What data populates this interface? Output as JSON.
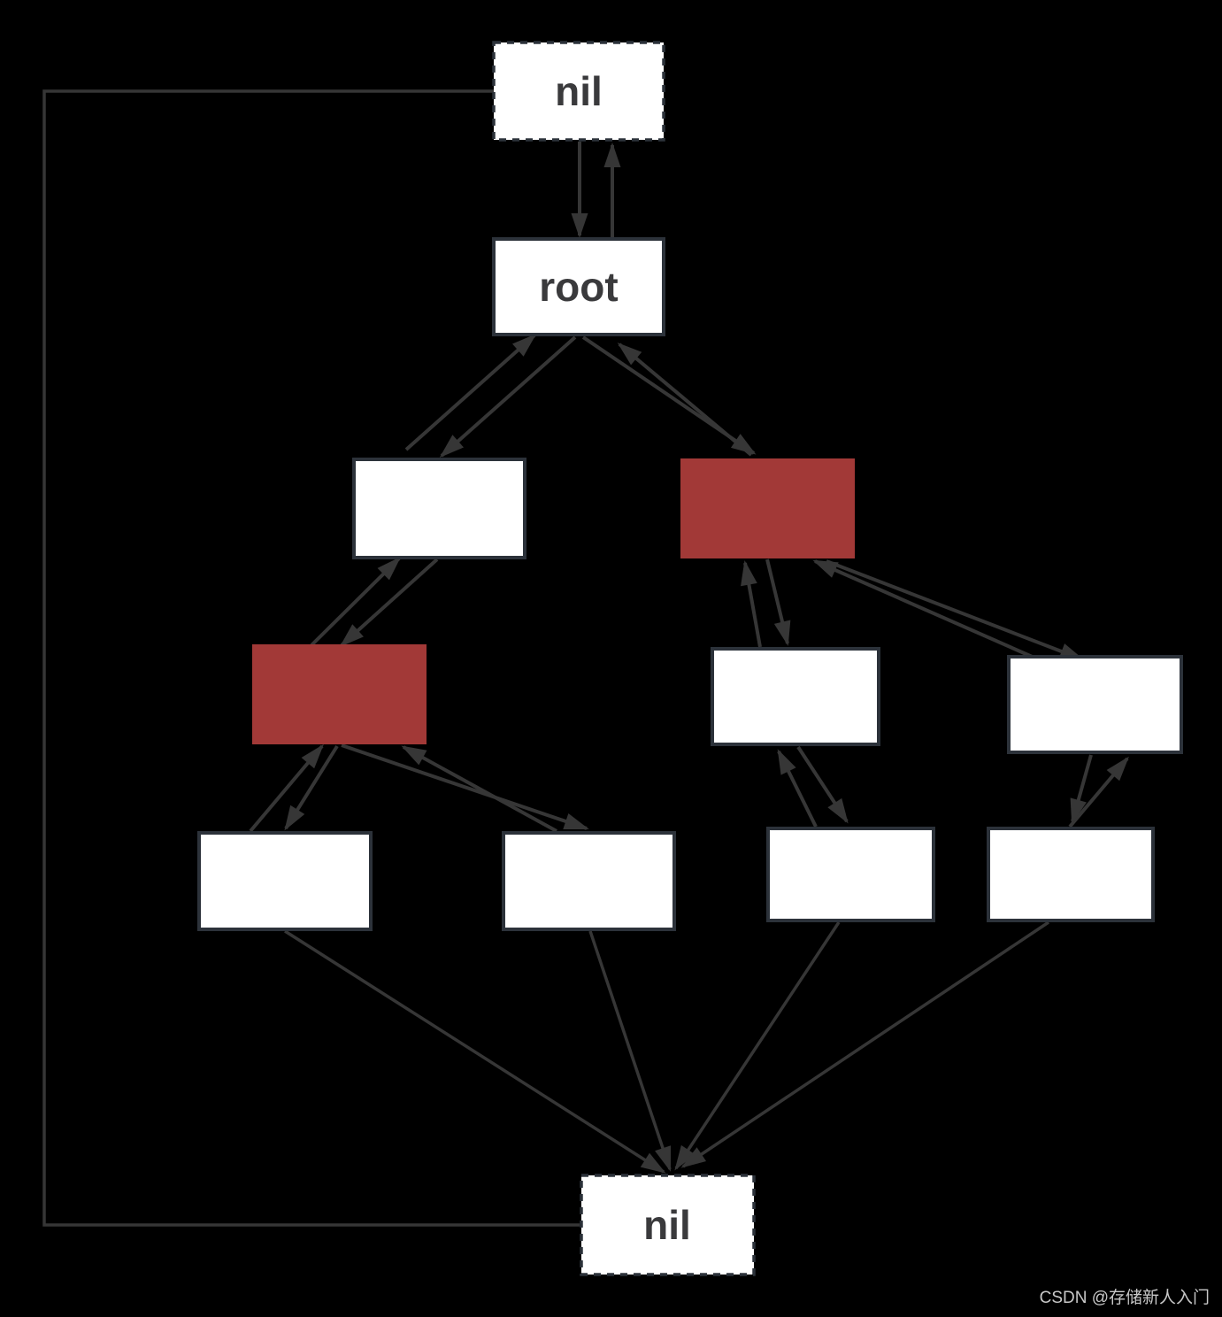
{
  "diagram": {
    "kind": "red-black tree with nil sentinel nodes",
    "nodes": {
      "nil_top": {
        "label": "nil",
        "fill": "#FFFFFF",
        "border": "dashed",
        "role": "nil-sentinel"
      },
      "root": {
        "label": "root",
        "fill": "#FFFFFF",
        "border": "solid",
        "role": "root-pointer"
      },
      "left": {
        "label": "",
        "fill": "#FFFFFF",
        "border": "solid",
        "role": "black-node"
      },
      "right": {
        "label": "",
        "fill": "#A23937",
        "border": "none",
        "role": "red-node"
      },
      "left_left": {
        "label": "",
        "fill": "#A23937",
        "border": "none",
        "role": "red-node"
      },
      "right_left": {
        "label": "",
        "fill": "#FFFFFF",
        "border": "solid",
        "role": "black-node"
      },
      "right_right": {
        "label": "",
        "fill": "#FFFFFF",
        "border": "solid",
        "role": "black-node"
      },
      "leaf_a": {
        "label": "",
        "fill": "#FFFFFF",
        "border": "solid",
        "role": "black-node"
      },
      "leaf_b": {
        "label": "",
        "fill": "#FFFFFF",
        "border": "solid",
        "role": "black-node"
      },
      "leaf_c": {
        "label": "",
        "fill": "#FFFFFF",
        "border": "solid",
        "role": "black-node"
      },
      "leaf_d": {
        "label": "",
        "fill": "#FFFFFF",
        "border": "solid",
        "role": "black-node"
      },
      "nil_bottom": {
        "label": "nil",
        "fill": "#FFFFFF",
        "border": "dashed",
        "role": "nil-sentinel"
      }
    },
    "edges": [
      {
        "from": "nil_top",
        "to": "root",
        "bidirectional": true
      },
      {
        "from": "root",
        "to": "left",
        "bidirectional": true
      },
      {
        "from": "root",
        "to": "right",
        "bidirectional": true
      },
      {
        "from": "left",
        "to": "left_left",
        "bidirectional": true
      },
      {
        "from": "left_left",
        "to": "leaf_a",
        "bidirectional": true
      },
      {
        "from": "left_left",
        "to": "leaf_b",
        "bidirectional": true
      },
      {
        "from": "right",
        "to": "right_left",
        "bidirectional": true
      },
      {
        "from": "right",
        "to": "right_right",
        "bidirectional": true
      },
      {
        "from": "right_left",
        "to": "leaf_c",
        "bidirectional": true
      },
      {
        "from": "right_right",
        "to": "leaf_d",
        "bidirectional": true
      },
      {
        "from": "leaf_a",
        "to": "nil_bottom",
        "bidirectional": false
      },
      {
        "from": "leaf_b",
        "to": "nil_bottom",
        "bidirectional": false
      },
      {
        "from": "leaf_c",
        "to": "nil_bottom",
        "bidirectional": false
      },
      {
        "from": "leaf_d",
        "to": "nil_bottom",
        "bidirectional": false
      },
      {
        "from": "nil_top",
        "to": "nil_bottom",
        "bidirectional": false,
        "style": "orthogonal-left-loop"
      }
    ]
  },
  "colors": {
    "background": "#000000",
    "node-border": "#2C323A",
    "edge-line": "#363636",
    "node-label": "#3A3A3C",
    "node-white": "#FFFFFF",
    "node-red": "#A23937",
    "watermark": "#C8C8C8"
  },
  "watermark": {
    "text": "CSDN @存储新人入门"
  }
}
